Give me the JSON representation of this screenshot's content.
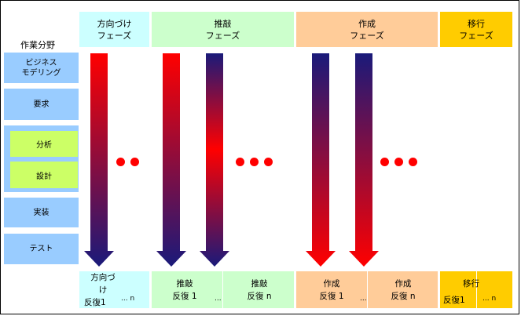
{
  "phases": [
    {
      "line1": "方向づけ",
      "line2": "フェーズ",
      "color": "#ccffff"
    },
    {
      "line1": "推敲",
      "line2": "フェーズ",
      "color": "#ccffcc"
    },
    {
      "line1": "作成",
      "line2": "フェーズ",
      "color": "#ffcc99"
    },
    {
      "line1": "移行",
      "line2": "フェーズ",
      "color": "#ffcc00"
    }
  ],
  "work_area_header": "作業分野",
  "areas": {
    "business_modeling": {
      "line1": "ビジネス",
      "line2": "モデリング"
    },
    "requirements": "要求",
    "analysis": "分析",
    "design": "設計",
    "implementation": "実装",
    "test": "テスト"
  },
  "iterations": {
    "inception_1": {
      "line1": "方向づけ",
      "line2": "反復1"
    },
    "inception_n": "... n",
    "elaboration_1": {
      "line1": "推敲",
      "line2": "反復 1"
    },
    "elaboration_dots": "...",
    "elaboration_n": {
      "line1": "推敲",
      "line2": "反復 n"
    },
    "construction_1": {
      "line1": "作成",
      "line2": "反復 1"
    },
    "construction_dots": "...",
    "construction_n": {
      "line1": "作成",
      "line2": "反復 n"
    },
    "transition_1": "反復1",
    "transition_top": "移行",
    "transition_n": "... n"
  },
  "colors": {
    "arrow_red": "#ff0000",
    "arrow_navy": "#1a1a7a",
    "area_blue": "#99ccff",
    "sub_green": "#ccff66"
  }
}
